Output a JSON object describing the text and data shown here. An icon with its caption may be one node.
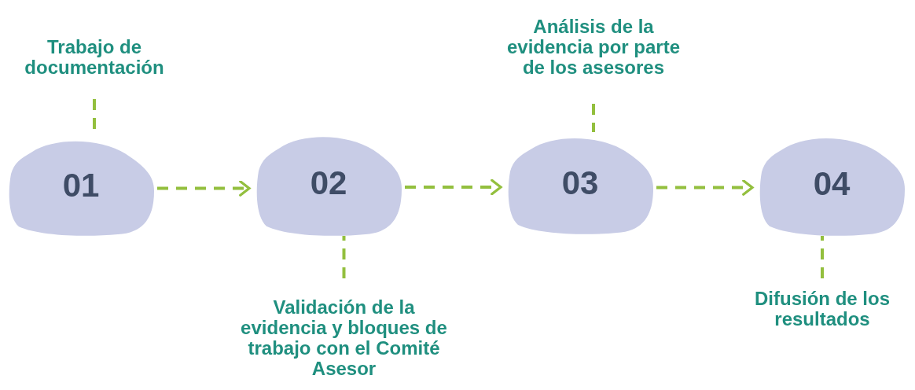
{
  "diagram": {
    "nodes": [
      {
        "text": [
          "Trabajo de documentación"
        ]
      },
      {
        "text": [
          "Análisis de la evidencia por parte de los asesores"
        ]
      },
      {
        "text": [
          "01"
        ]
      },
      {
        "text": [
          "02"
        ]
      },
      {
        "text": [
          "03"
        ]
      },
      {
        "text": [
          "04"
        ]
      },
      {
        "text": [
          "Validación de la evidencia y bloques de trabajo con el Comité Asesor"
        ]
      },
      {
        "text": [
          "Difusión de los resultados"
        ]
      }
    ],
    "edges": [
      {
        "from": 2,
        "to": 3,
        "arrow": "to",
        "style": "dashed"
      },
      {
        "from": 3,
        "to": 4,
        "arrow": "to",
        "style": "dashed"
      },
      {
        "from": 4,
        "to": 5,
        "arrow": "to",
        "style": "dashed"
      },
      {
        "from": 0,
        "to": 2,
        "arrow": "none",
        "style": "dashed"
      },
      {
        "from": 1,
        "to": 4,
        "arrow": "none",
        "style": "dashed"
      },
      {
        "from": 6,
        "to": 3,
        "arrow": "none",
        "style": "dashed"
      },
      {
        "from": 7,
        "to": 5,
        "arrow": "none",
        "style": "dashed"
      }
    ]
  }
}
